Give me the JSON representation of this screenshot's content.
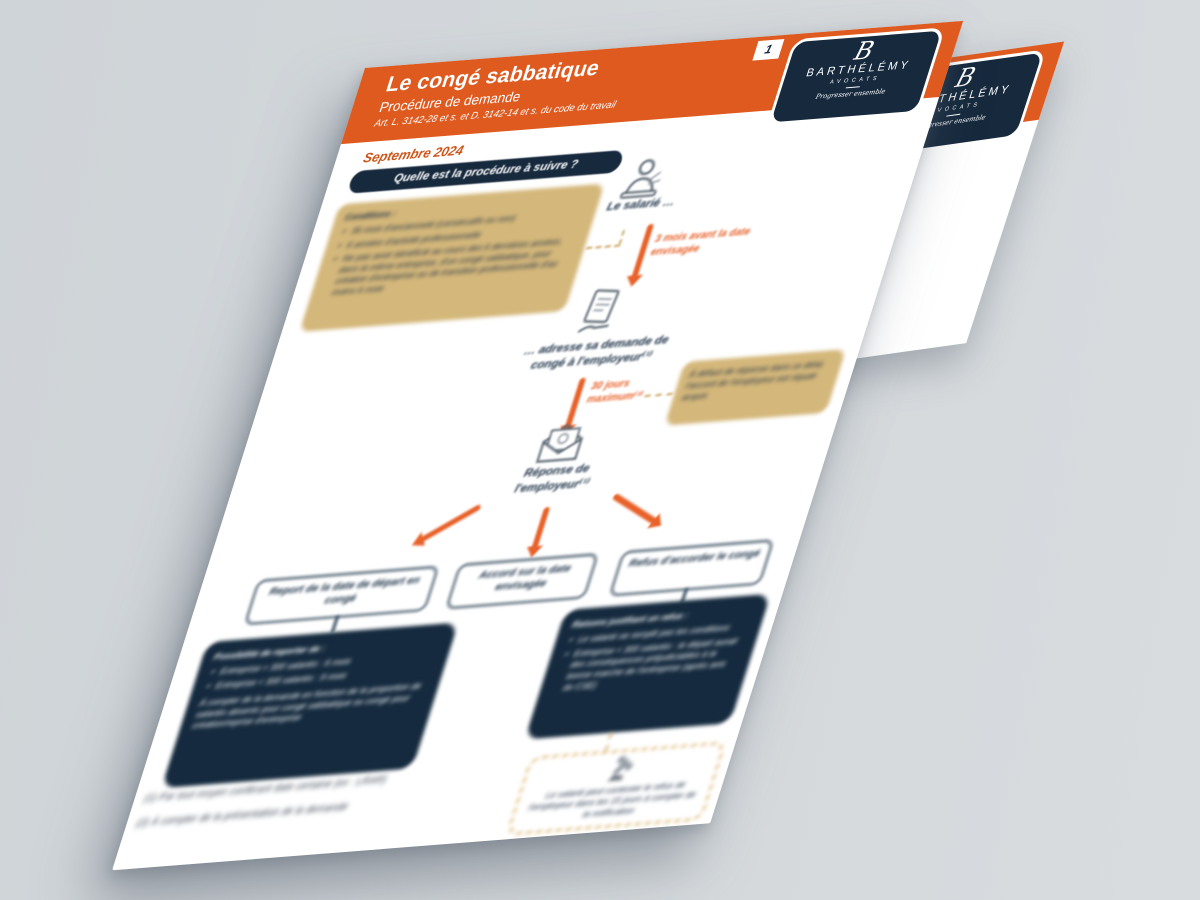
{
  "page": {
    "number": "1"
  },
  "header": {
    "title": "Le congé sabbatique",
    "subtitle": "Procédure de demande",
    "law_reference": "Art. L. 3142-28 et s. et D. 3142-14 et s. du code du travail",
    "date": "Septembre 2024"
  },
  "logo": {
    "monogram": "B",
    "name": "BARTHÉLÉMY",
    "subname": "AVOCATS",
    "tagline": "Progresser ensemble"
  },
  "question_banner": "Quelle est la procédure à suivre ?",
  "flow": {
    "actor": "Le salarié …",
    "conditions": {
      "title": "Conditions :",
      "items": [
        "36 mois d'ancienneté (consécutifs ou non)",
        "6 années d'activité professionnelle",
        "Ne pas avoir bénéficié au cours des 6 dernières années, dans la même entreprise, d'un congé sabbatique, pour création d'entreprise ou de transition professionnelle d'au moins 6 mois"
      ]
    },
    "delay_before": "3 mois avant la date envisagée",
    "request_text": "… adresse sa demande de congé à l'employeur⁽¹⁾",
    "max_delay": "30 jours maximum⁽²⁾",
    "silence_note": "À défaut de réponse dans ce délai, l'accord de l'employeur est réputé acquis",
    "response_text": "Réponse de l'employeur⁽¹⁾",
    "outcomes": {
      "report": {
        "label": "Report de la date de départ en congé",
        "details_title": "Possibilité de reporter de :",
        "items": [
          "Entreprise > 300 salariés : 6 mois",
          "Entreprise < 300 salariés : 9 mois"
        ],
        "note": "À compter de la demande en fonction de la proportion de salariés absents pour congé sabbatique ou congé pour création/reprise d'entreprise"
      },
      "accord": {
        "label": "Accord sur la date envisagée"
      },
      "refus": {
        "label": "Refus d'accorder le congé",
        "details_title": "Raisons justifiant un refus :",
        "items": [
          "Le salarié ne remplit pas les conditions",
          "Entreprise < 300 salariés : le départ aurait des conséquences préjudiciables à la bonne marche de l'entreprise (après avis du CSE)"
        ],
        "contest_note": "Le salarié peut contester le refus de l'employeur dans les 15 jours à compter de la notification"
      }
    }
  },
  "footnotes": [
    "(1) Par tout moyen conférant date certaine (ex : LRAR)",
    "(2) À compter de la présentation de la demande"
  ],
  "colors": {
    "background": "#d4d8db",
    "orange": "#DE5A1F",
    "arrow_orange": "#E8622A",
    "navy": "#152A3E",
    "tan": "#D4B77A"
  }
}
